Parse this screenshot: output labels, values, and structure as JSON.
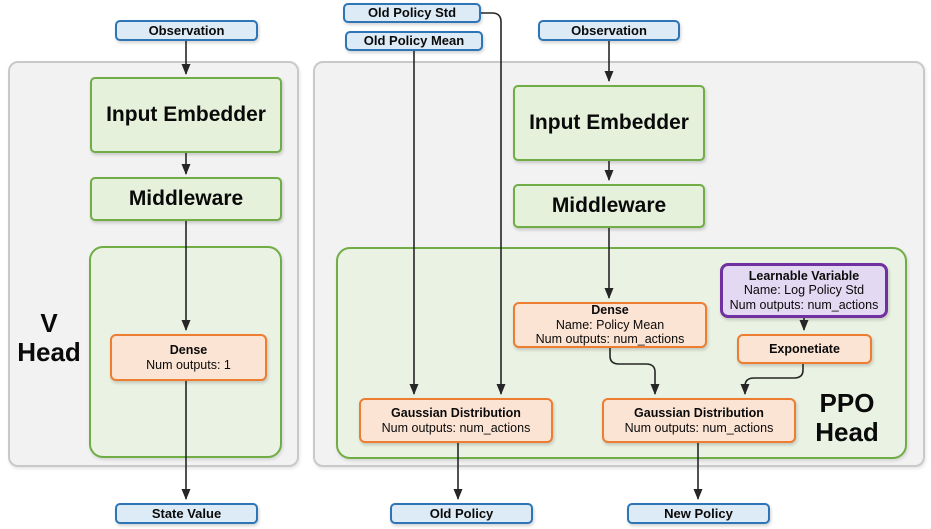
{
  "colors": {
    "blue_fill": "#DDEBF7",
    "blue_border": "#2E75B6",
    "green_fill": "#E5F1DB",
    "green_border": "#70AD47",
    "green_container_fill": "#EAF2E3",
    "orange_fill": "#FCE4D4",
    "orange_border": "#ED7D31",
    "purple_fill": "#E4D9F2",
    "purple_border": "#7030A0",
    "panel_fill": "#F2F2F2",
    "panel_border": "#C9C9C9",
    "arrow": "#262626"
  },
  "v_head": {
    "observation": "Observation",
    "input_embedder": "Input Embedder",
    "middleware": "Middleware",
    "dense": {
      "title": "Dense",
      "num_outputs": "Num outputs: 1"
    },
    "label": {
      "line1": "V",
      "line2": "Head"
    },
    "state_value": "State Value"
  },
  "ppo_head": {
    "old_policy_std": "Old Policy Std",
    "old_policy_mean": "Old Policy Mean",
    "observation": "Observation",
    "input_embedder": "Input Embedder",
    "middleware": "Middleware",
    "dense": {
      "title": "Dense",
      "name": "Name: Policy Mean",
      "num_outputs": "Num outputs: num_actions"
    },
    "learnable_variable": {
      "title": "Learnable Variable",
      "name": "Name: Log Policy Std",
      "num_outputs": "Num outputs: num_actions"
    },
    "exponentiate": "Exponetiate",
    "gaussian_old": {
      "title": "Gaussian Distribution",
      "num_outputs": "Num outputs: num_actions"
    },
    "gaussian_new": {
      "title": "Gaussian Distribution",
      "num_outputs": "Num outputs: num_actions"
    },
    "label": {
      "line1": "PPO",
      "line2": "Head"
    },
    "old_policy": "Old Policy",
    "new_policy": "New Policy"
  }
}
